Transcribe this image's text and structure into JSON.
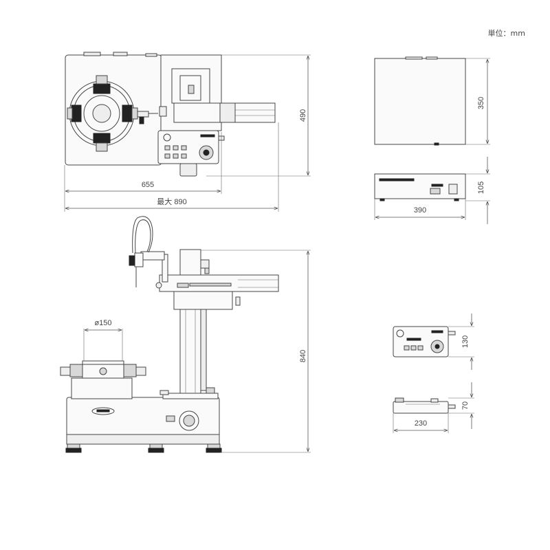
{
  "unit_label": "単位：mm",
  "dimensions": {
    "main_depth": "490",
    "main_width": "655",
    "main_max_width": "最大 890",
    "main_height": "840",
    "table_diameter": "ø150",
    "box_depth": "350",
    "box_width": "390",
    "box_height": "105",
    "controller_depth": "130",
    "controller_width": "230",
    "controller_height": "70"
  },
  "colors": {
    "outline": "#444444",
    "body_fill": "#fafafa",
    "detail_fill": "#d8d8d8",
    "dark_parts": "#222222"
  }
}
